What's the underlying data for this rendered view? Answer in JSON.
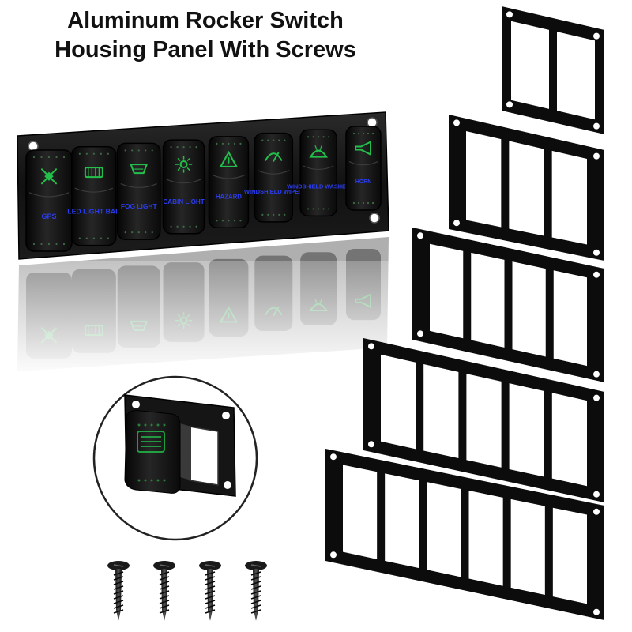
{
  "title": {
    "line1": "Aluminum Rocker Switch",
    "line2": "Housing Panel With Screws"
  },
  "main_panel": {
    "switches": [
      {
        "icon": "gps-satellite-icon",
        "label": "GPS"
      },
      {
        "icon": "led-light-bar-icon",
        "label": "LED LIGHT BAR"
      },
      {
        "icon": "fog-lights-icon",
        "label": "FOG LIGHT"
      },
      {
        "icon": "cabin-light-icon",
        "label": "CABIN LIGHT"
      },
      {
        "icon": "hazard-icon",
        "label": "HAZARD"
      },
      {
        "icon": "windshield-wiper-icon",
        "label": "WINDSHIELD WIPER"
      },
      {
        "icon": "windshield-washer-icon",
        "label": "WINDSHIELD WASHER"
      },
      {
        "icon": "horn-icon",
        "label": "HORN"
      }
    ]
  },
  "housing_panels": [
    {
      "slots": 2
    },
    {
      "slots": 3
    },
    {
      "slots": 4
    },
    {
      "slots": 5
    },
    {
      "slots": 6
    }
  ],
  "screws": {
    "count": 4
  },
  "colors": {
    "icon_green": "#22c04a",
    "label_blue": "#2a3cf0",
    "panel_black": "#0c0c0c"
  }
}
